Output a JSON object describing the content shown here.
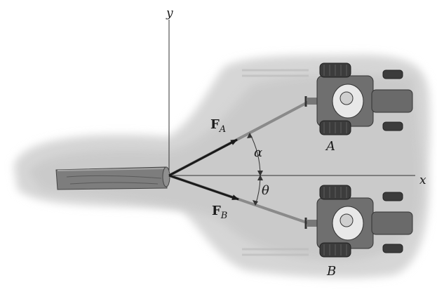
{
  "figure": {
    "axes": {
      "x_label": "x",
      "y_label": "y"
    },
    "forces": {
      "a": {
        "symbol": "F",
        "subscript": "A"
      },
      "b": {
        "symbol": "F",
        "subscript": "B"
      }
    },
    "angles": {
      "alpha": "α",
      "theta": "θ"
    },
    "tractors": {
      "a": "A",
      "b": "B"
    }
  }
}
